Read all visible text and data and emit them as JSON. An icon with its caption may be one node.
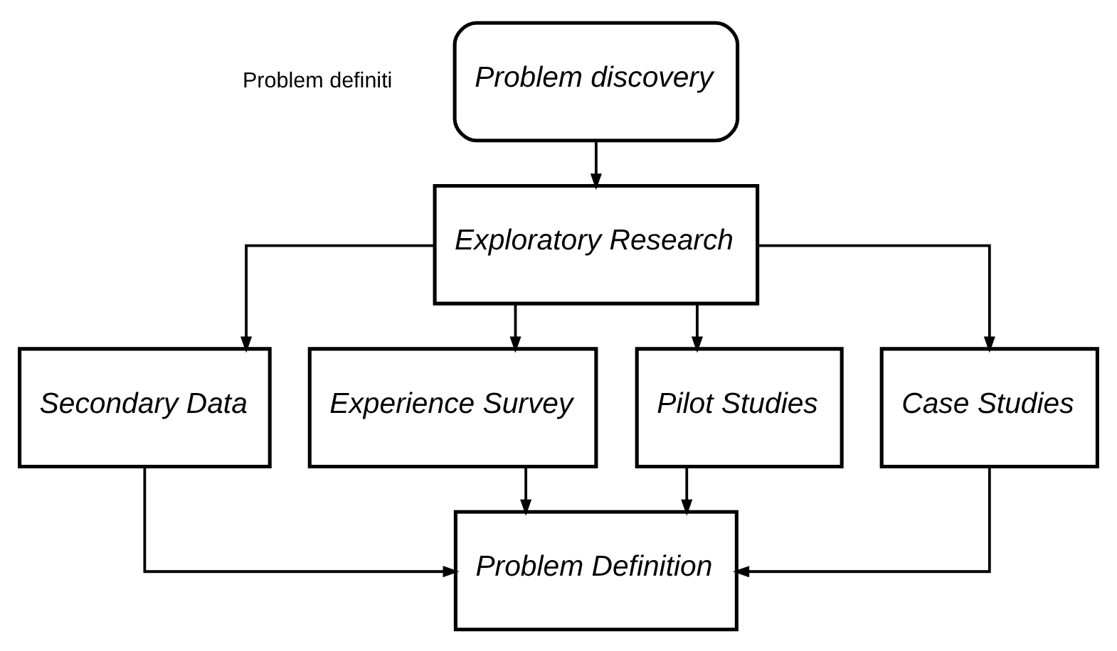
{
  "diagram": {
    "nodes": [
      {
        "text": [
          "Problem discovery"
        ]
      },
      {
        "text": [
          "Exploratory Research"
        ]
      },
      {
        "text": [
          "Secondary Data"
        ]
      },
      {
        "text": [
          "Experience Survey"
        ]
      },
      {
        "text": [
          "Pilot Studies"
        ]
      },
      {
        "text": [
          "Case Studies"
        ]
      },
      {
        "text": [
          "Problem Definition"
        ]
      }
    ],
    "edges": [
      {
        "from": 0,
        "to": 1,
        "arrow": "to"
      },
      {
        "from": 1,
        "to": 2,
        "arrow": "to"
      },
      {
        "from": 1,
        "to": 3,
        "arrow": "to"
      },
      {
        "from": 1,
        "to": 4,
        "arrow": "to"
      },
      {
        "from": 1,
        "to": 5,
        "arrow": "to"
      },
      {
        "from": 2,
        "to": 6,
        "arrow": "to"
      },
      {
        "from": 3,
        "to": 6,
        "arrow": "to"
      },
      {
        "from": 4,
        "to": 6,
        "arrow": "to"
      },
      {
        "from": 5,
        "to": 6,
        "arrow": "to"
      }
    ],
    "labels": [
      "Problem definiti"
    ]
  }
}
